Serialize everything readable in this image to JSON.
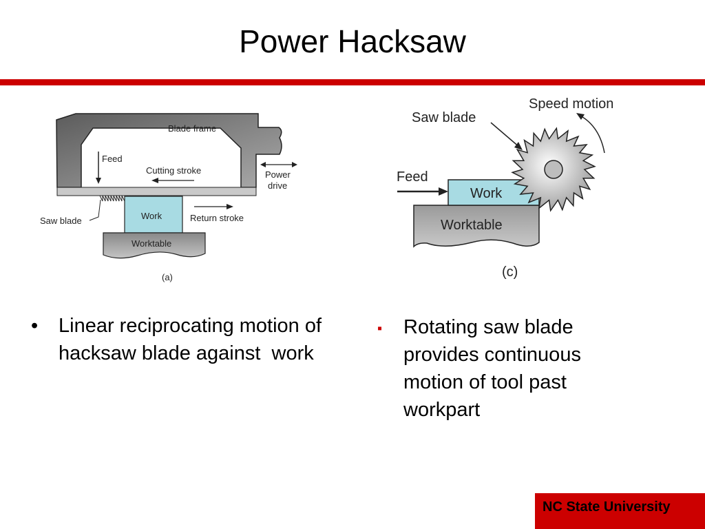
{
  "slide": {
    "title": "Power Hacksaw",
    "accent_color": "#cc0000"
  },
  "figure_a": {
    "labels": {
      "blade_frame": "Blade frame",
      "feed": "Feed",
      "cutting_stroke": "Cutting stroke",
      "power_drive_line1": "Power",
      "power_drive_line2": "drive",
      "saw_blade": "Saw blade",
      "work": "Work",
      "return_stroke": "Return stroke",
      "worktable": "Worktable",
      "caption": "(a)"
    },
    "work_color": "#a8dbe3"
  },
  "figure_c": {
    "labels": {
      "speed_motion": "Speed motion",
      "saw_blade": "Saw blade",
      "feed": "Feed",
      "work": "Work",
      "worktable": "Worktable",
      "caption": "(c)"
    }
  },
  "bullets": {
    "left": {
      "marker": "•",
      "text": "Linear reciprocating motion of hacksaw blade against  work"
    },
    "right": {
      "marker": "▪",
      "text": "Rotating saw blade provides continuous motion of tool past workpart"
    }
  },
  "footer": {
    "brand": "NC State University"
  }
}
